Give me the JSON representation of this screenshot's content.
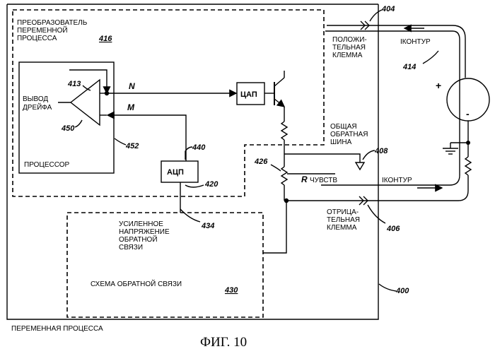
{
  "figure": {
    "caption": "ФИГ. 10"
  },
  "converter": {
    "label_lines": [
      "ПРЕОБРАЗОВАТЕЛЬ",
      "ПЕРЕМЕННОЙ",
      "ПРОЦЕССА"
    ],
    "ref": "416",
    "footer": "ПЕРЕМЕННАЯ ПРОЦЕССА"
  },
  "processor": {
    "label": "ПРОЦЕССОР",
    "ref": "452",
    "drift_lines": [
      "ВЫВОД",
      "ДРЕЙФА"
    ],
    "amp_ref": "450",
    "node_ref": "413"
  },
  "signals": {
    "n": "N",
    "m": "M",
    "r_sense": "R",
    "r_sense_label": "ЧУВСТВ"
  },
  "dac": {
    "label": "ЦАП"
  },
  "adc": {
    "label": "АЦП",
    "ref_top": "440",
    "ref_bottom": "420"
  },
  "terminals": {
    "positive_lines": [
      "ПОЛОЖИ-",
      "ТЕЛЬНАЯ",
      "КЛЕММА"
    ],
    "positive_ref": "404",
    "negative_lines": [
      "ОТРИЦА-",
      "ТЕЛЬНАЯ",
      "КЛЕММА"
    ],
    "negative_ref": "406"
  },
  "bus": {
    "label_lines": [
      "ОБЩАЯ",
      "ОБРАТНАЯ",
      "ШИНА"
    ],
    "ref": "408"
  },
  "loop": {
    "current_label": "IКОНТУР",
    "current_ref": "414",
    "plus": "+",
    "minus": "-"
  },
  "resistor": {
    "ref": "426"
  },
  "feedback": {
    "voltage_lines": [
      "УСИЛЕННОЕ",
      "НАПРЯЖЕНИЕ",
      "ОБРАТНОЙ",
      "СВЯЗИ"
    ],
    "voltage_ref": "434",
    "label": "СХЕМА ОБРАТНОЙ СВЯЗИ",
    "ref": "430"
  },
  "device": {
    "ref": "400"
  }
}
